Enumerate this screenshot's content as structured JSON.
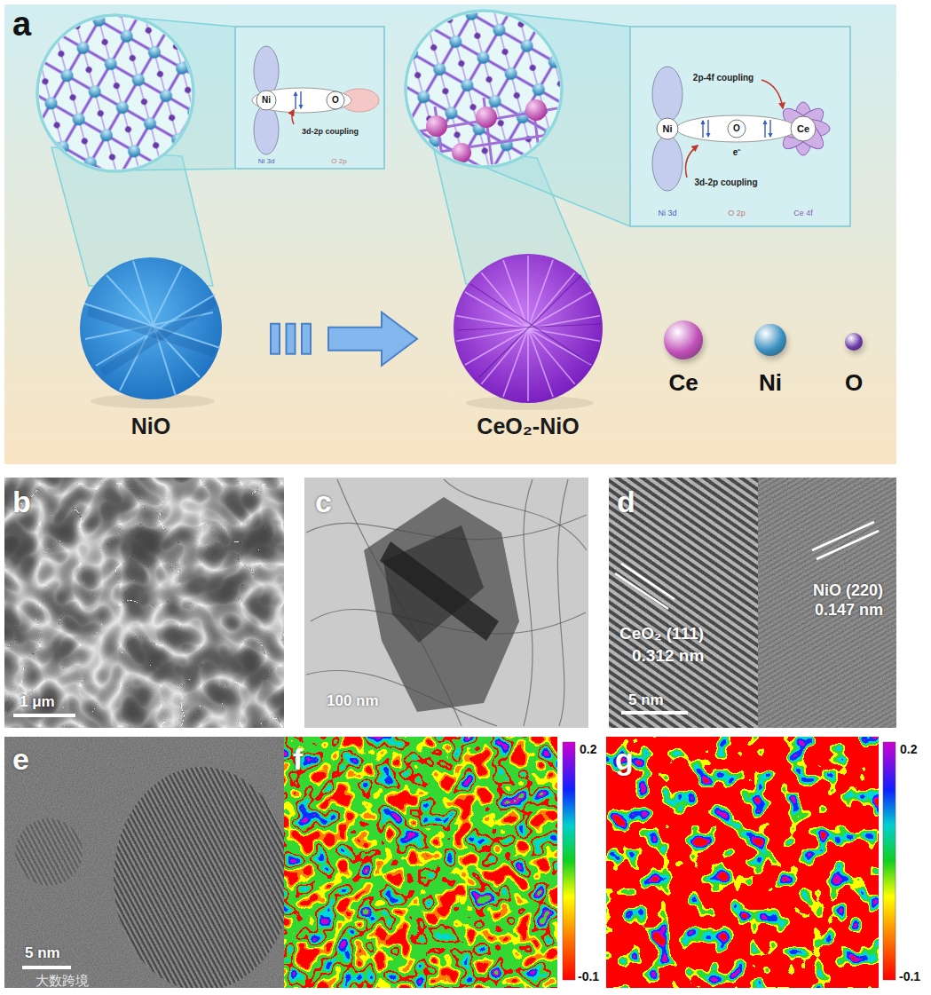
{
  "diagram": {
    "nodes": [
      {
        "text": [
          "Ni",
          "O",
          "3d-2p coupling",
          "Ni 3d",
          "O 2p"
        ]
      },
      {
        "text": [
          "2p-4f coupling",
          "Ni",
          "O",
          "e⁻",
          "Ce",
          "3d-2p coupling",
          "Ni 3d",
          "O 2p",
          "Ce 4f"
        ]
      },
      {
        "text": [
          "NiO"
        ]
      },
      {
        "text": [
          "CeO₂-NiO"
        ]
      }
    ],
    "edges": [
      {
        "from": 2,
        "to": 3,
        "arrow": "to"
      }
    ],
    "labels": [
      "a",
      "b",
      "c",
      "d",
      "1 μm",
      "100 nm",
      "CeO₂ (111)",
      "0.312 nm",
      "NiO (220)",
      "0.147 nm",
      "5 nm",
      "e",
      "5 nm",
      "大数跨境",
      "f",
      "0.2",
      "-0.1",
      "g",
      "0.2",
      "-0.1"
    ],
    "legend": [
      {
        "text": "Ce",
        "color": "#c050b8"
      },
      {
        "text": "Ni",
        "color": "#3a90c0"
      },
      {
        "text": "O",
        "color": "#6a3aa8"
      }
    ]
  }
}
